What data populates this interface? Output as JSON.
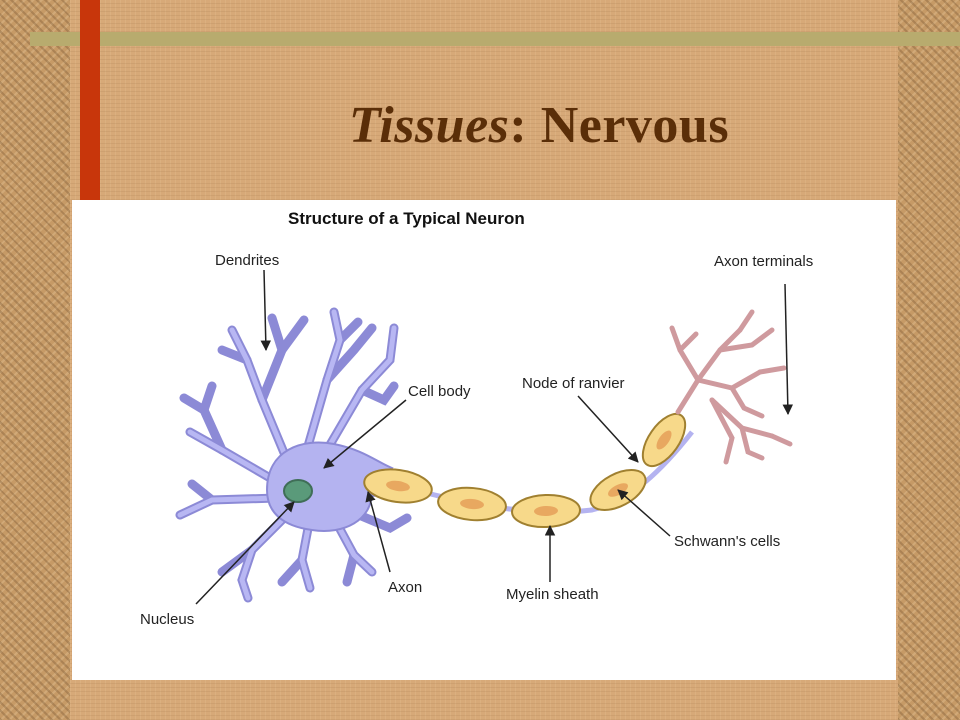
{
  "slide": {
    "title_italic": "Tissues",
    "title_rest": ": Nervous"
  },
  "diagram": {
    "title": "Structure of a Typical Neuron",
    "labels": {
      "dendrites": "Dendrites",
      "axon_terminals": "Axon terminals",
      "cell_body": "Cell body",
      "node_of_ranvier": "Node of ranvier",
      "schwanns_cells": "Schwann's cells",
      "axon": "Axon",
      "myelin_sheath": "Myelin sheath",
      "nucleus": "Nucleus"
    }
  },
  "colors": {
    "background": "#d7a978",
    "accent_bar": "#c8360b",
    "rule": "#b8ab6e",
    "title_text": "#5a2e08",
    "cell_body_fill": "#b4b3f0",
    "myelin_fill": "#f7d98a",
    "myelin_stroke": "#a08030",
    "nucleus_fill": "#5a9a7a",
    "terminal_color": "#cf9a9e"
  }
}
